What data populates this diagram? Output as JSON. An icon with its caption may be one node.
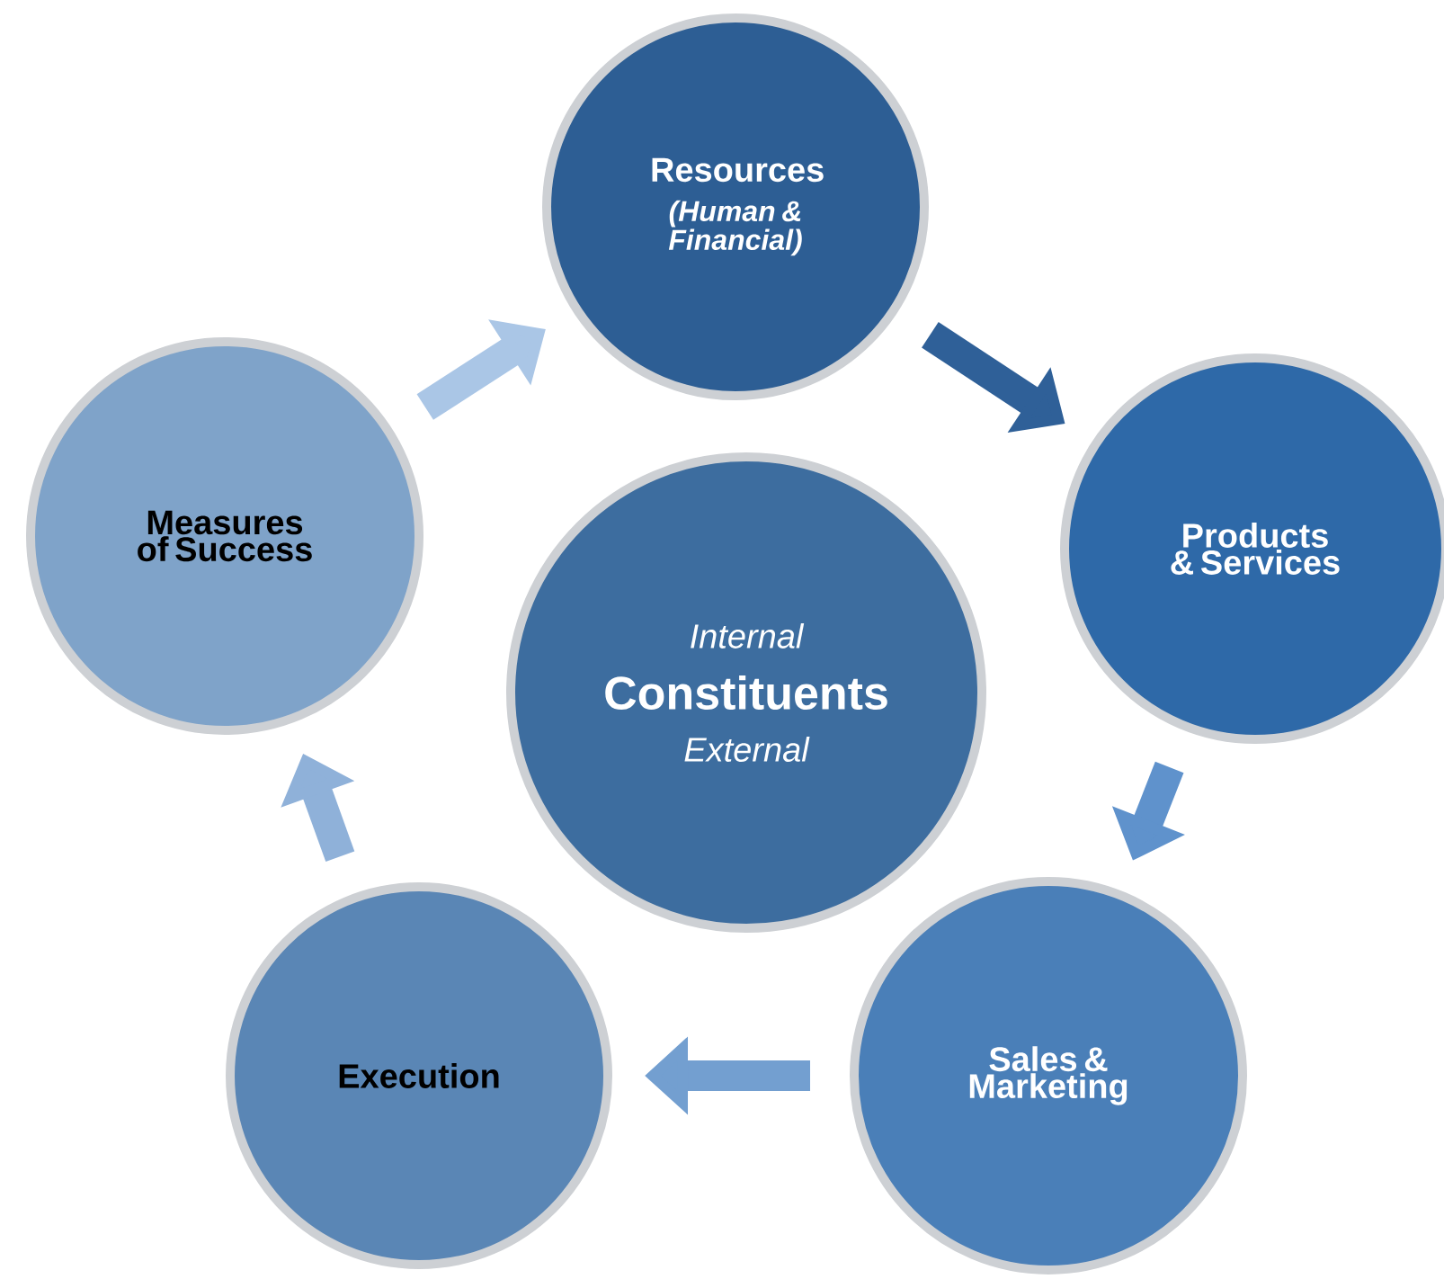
{
  "diagram": {
    "nodes": [
      {
        "text": [
          "Resources",
          "(Human & Financial)"
        ]
      },
      {
        "text": [
          "Products & Services"
        ]
      },
      {
        "text": [
          "Sales & Marketing"
        ]
      },
      {
        "text": [
          "Execution"
        ]
      },
      {
        "text": [
          "Measures of Success"
        ]
      },
      {
        "text": [
          "Internal",
          "Constituents",
          "External"
        ]
      }
    ],
    "edges": [
      {
        "from": 0,
        "to": 1,
        "arrow": "to",
        "color": "#2f6098"
      },
      {
        "from": 1,
        "to": 2,
        "arrow": "to",
        "color": "#5f92cc"
      },
      {
        "from": 2,
        "to": 3,
        "arrow": "to",
        "color": "#739fd0"
      },
      {
        "from": 3,
        "to": 4,
        "arrow": "to",
        "color": "#8fb1d9"
      },
      {
        "from": 4,
        "to": 0,
        "arrow": "to",
        "color": "#aac6e6"
      }
    ]
  }
}
